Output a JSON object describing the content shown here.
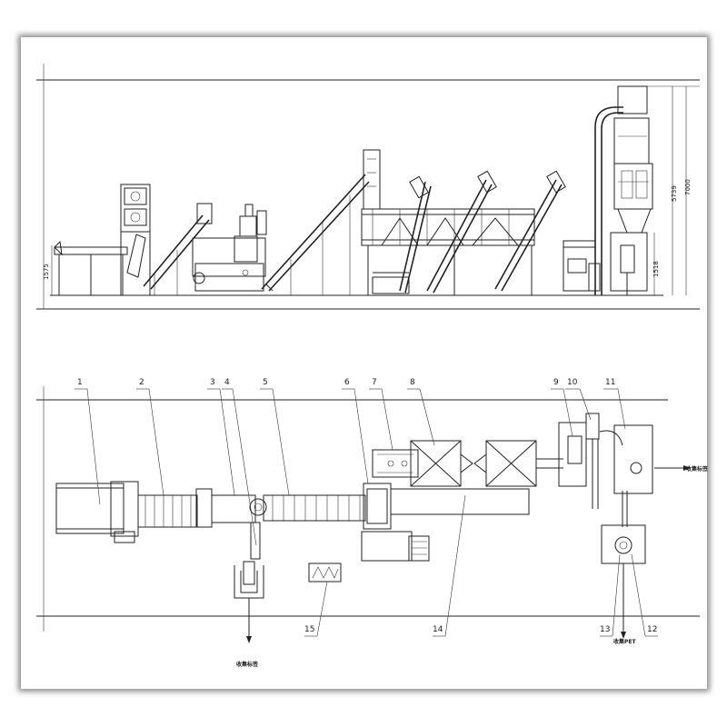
{
  "elevation": {
    "dimensions": {
      "left_height": "1575",
      "right_inner": "1518",
      "right_mid": "5739",
      "right_outer": "7000"
    }
  },
  "plan": {
    "callouts": [
      "1",
      "2",
      "3",
      "4",
      "5",
      "6",
      "7",
      "8",
      "9",
      "10",
      "11",
      "12",
      "13",
      "14",
      "15"
    ],
    "outputs": {
      "right_side": "收集标签",
      "bottom_left": "收集标签",
      "bottom_right": "收集PET"
    }
  }
}
